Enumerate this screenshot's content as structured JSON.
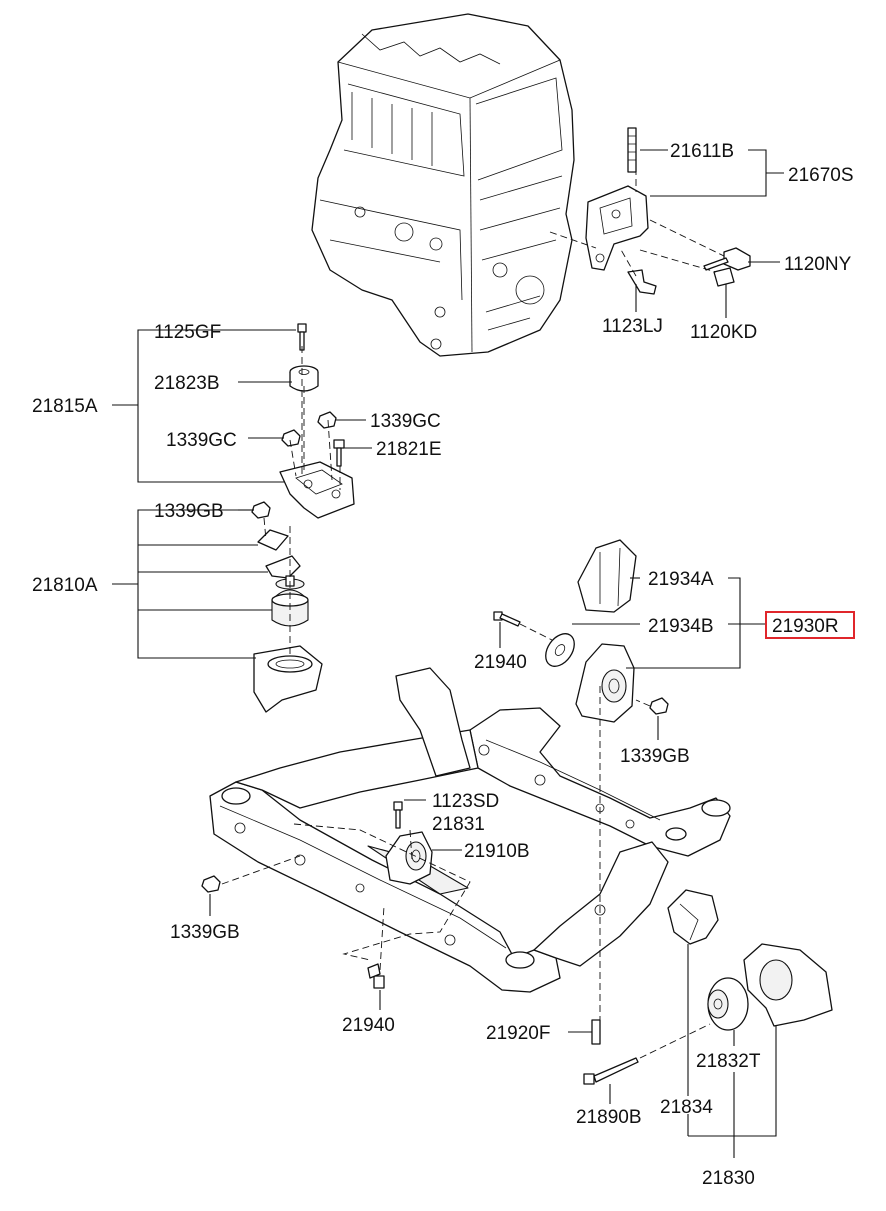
{
  "diagram": {
    "highlight_color": "#e0262b",
    "labels": {
      "p21611B": "21611B",
      "p21670S": "21670S",
      "p1120NY": "1120NY",
      "p1123LJ": "1123LJ",
      "p1120KD": "1120KD",
      "p1125GF": "1125GF",
      "p21823B": "21823B",
      "p21815A": "21815A",
      "p1339GC_r": "1339GC",
      "p1339GC_l": "1339GC",
      "p21821E": "21821E",
      "p1339GB_top": "1339GB",
      "p21810A": "21810A",
      "p21934A": "21934A",
      "p21934B": "21934B",
      "p21930R": "21930R",
      "p21940_top": "21940",
      "p1339GB_mid": "1339GB",
      "p1123SD": "1123SD",
      "p21831": "21831",
      "p21910B": "21910B",
      "p1339GB_left": "1339GB",
      "p21940_bot": "21940",
      "p21920F": "21920F",
      "p21832T": "21832T",
      "p21890B": "21890B",
      "p21834": "21834",
      "p21830": "21830"
    }
  }
}
